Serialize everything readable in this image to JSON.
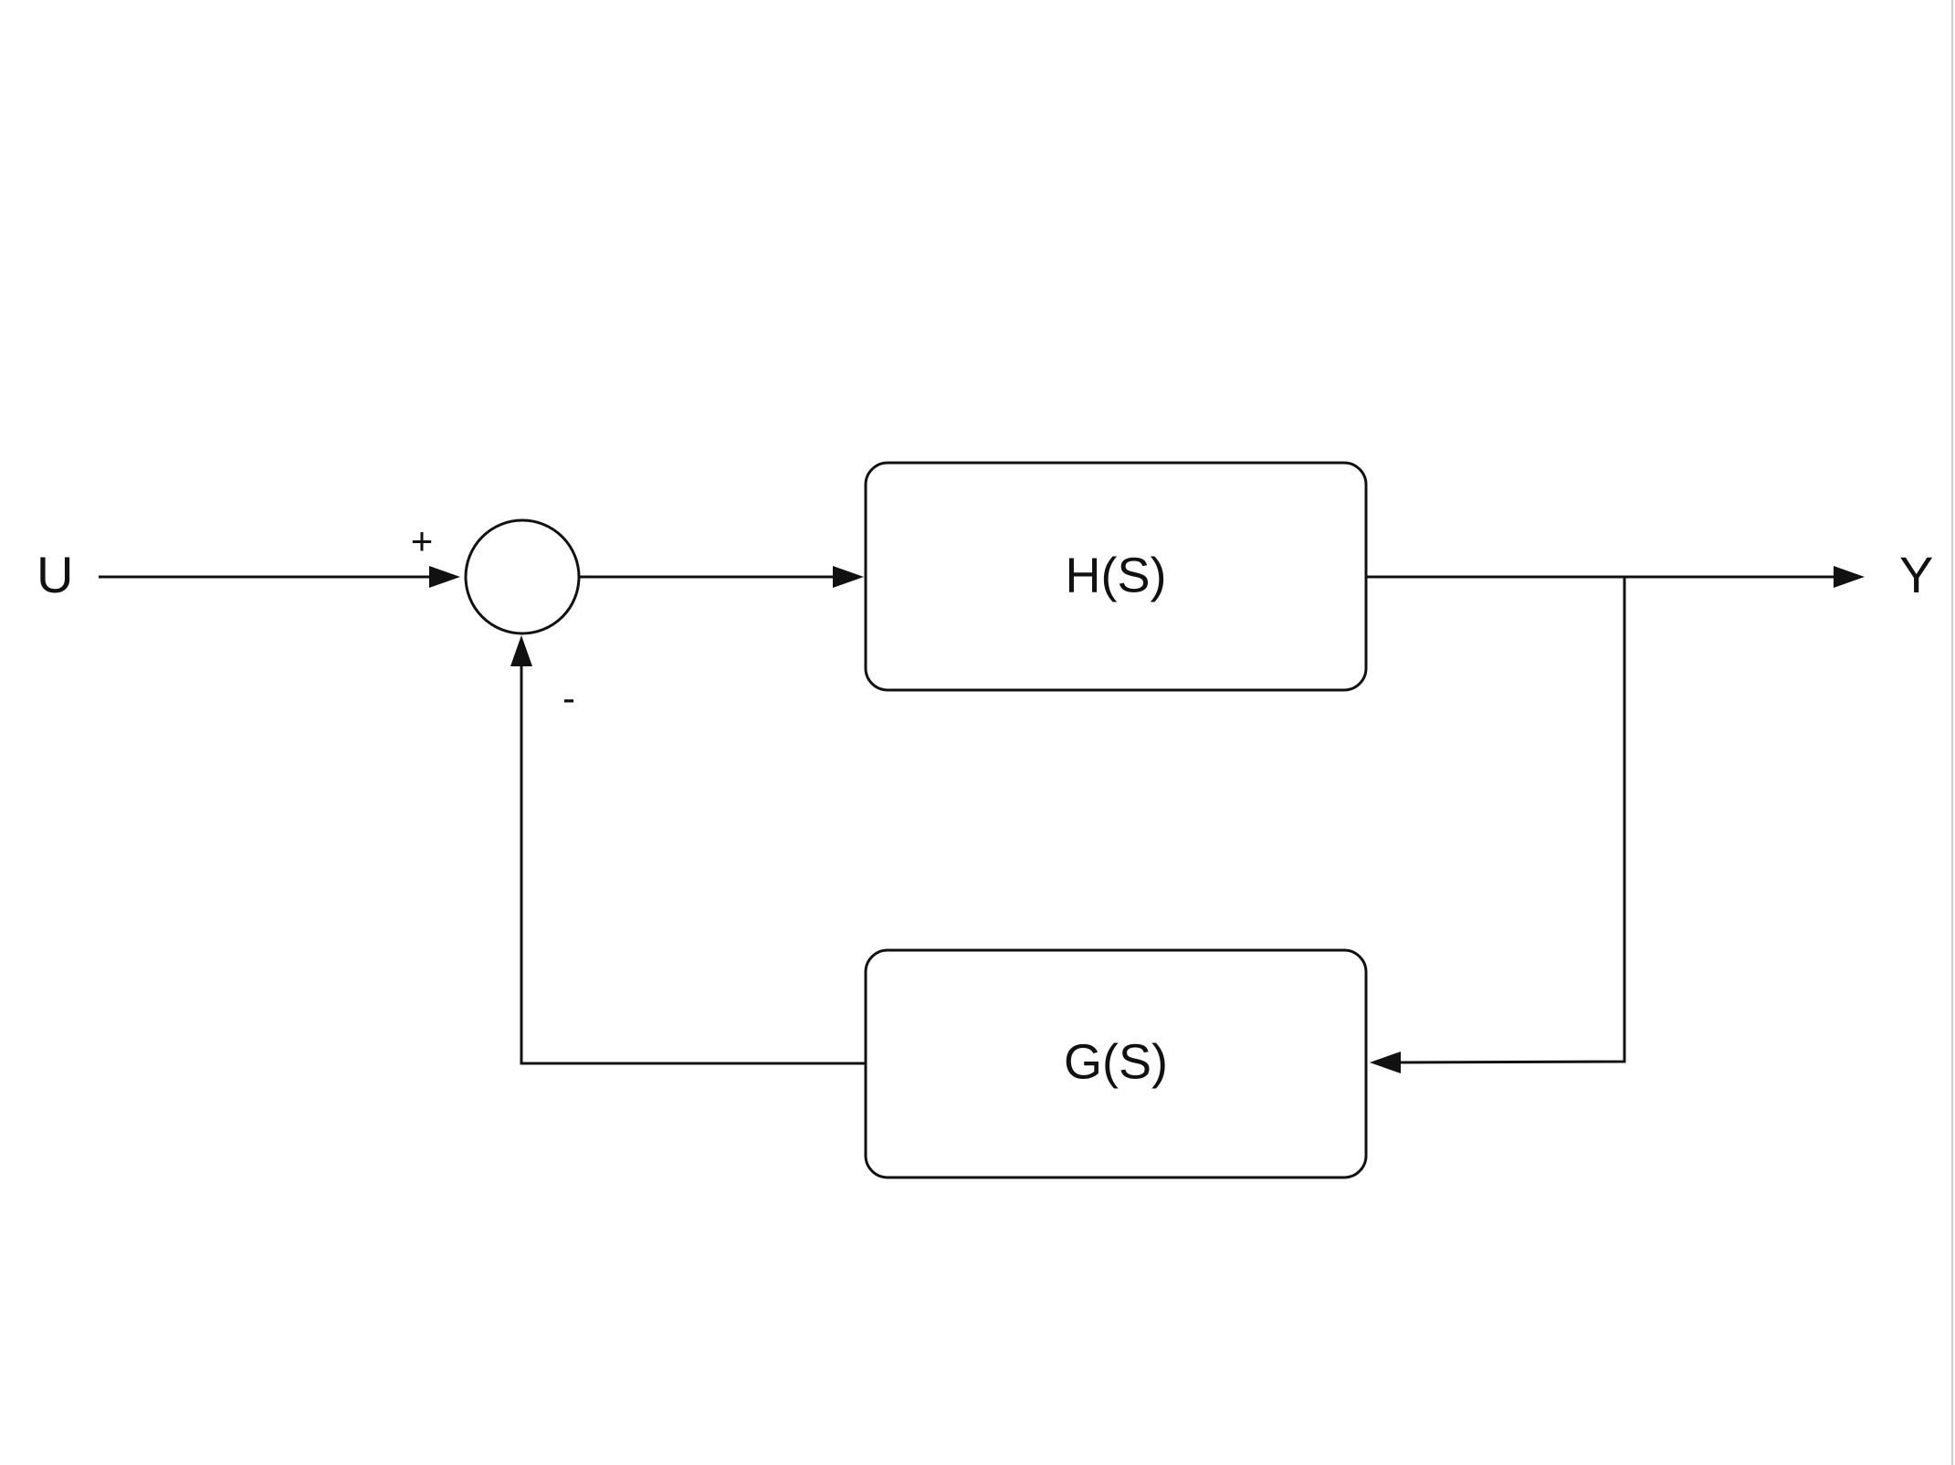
{
  "signals": {
    "input": "U",
    "output": "Y"
  },
  "summing_junction": {
    "plus_sign": "+",
    "minus_sign": "-"
  },
  "blocks": {
    "forward": "H(S)",
    "feedback": "G(S)"
  }
}
